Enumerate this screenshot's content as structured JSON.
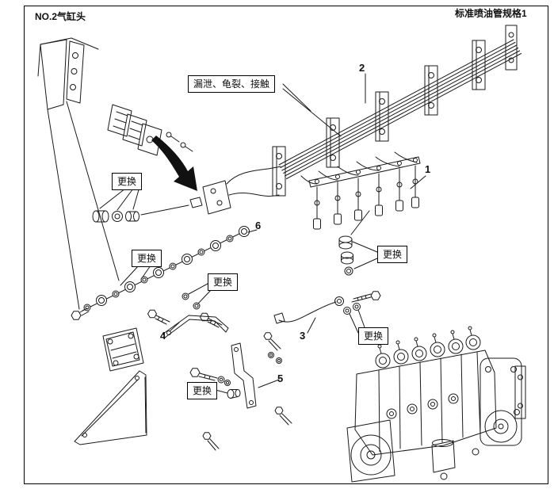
{
  "colors": {
    "ink": "#1a1a1a",
    "background": "#ffffff"
  },
  "header": {
    "top_left_label": "NO.2气缸头",
    "top_right_label": "标准喷油管规格1"
  },
  "callouts": {
    "inspect_leak": {
      "text": "漏泄、龟裂、接触"
    },
    "replace_fittings": {
      "text": "更换"
    },
    "replace_washers_left": {
      "text": "更换"
    },
    "replace_washers_mid": {
      "text": "更换"
    },
    "replace_sleeve": {
      "text": "更换"
    },
    "replace_washers_pipe3": {
      "text": "更换"
    },
    "replace_fitting_bracket5": {
      "text": "更换"
    }
  },
  "part_numbers": {
    "n1": "1",
    "n2": "2",
    "n3": "3",
    "n4": "4",
    "n5": "5",
    "n6": "6"
  }
}
